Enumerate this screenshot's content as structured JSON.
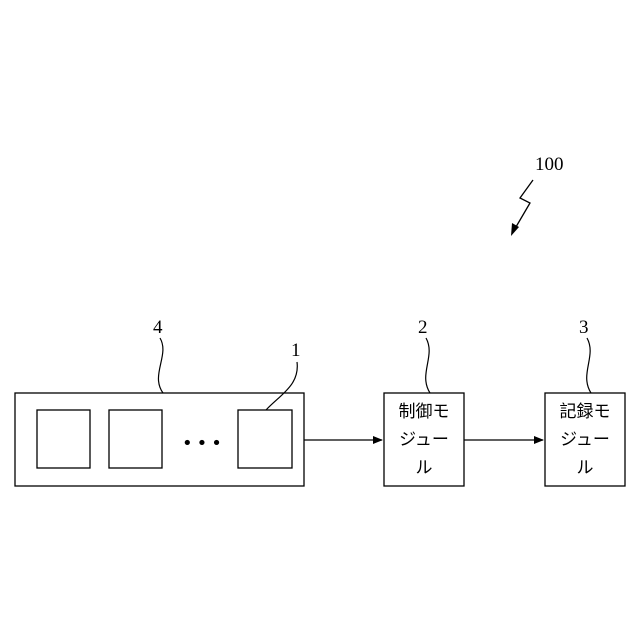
{
  "figure": {
    "reference_label": "100",
    "arrays": {
      "label": "4",
      "cell_label": "1",
      "ellipsis": "•••"
    },
    "control_module": {
      "label": "2",
      "lines": [
        "制御モ",
        "ジュー",
        "ル"
      ]
    },
    "record_module": {
      "label": "3",
      "lines": [
        "記録モ",
        "ジュー",
        "ル"
      ]
    }
  }
}
